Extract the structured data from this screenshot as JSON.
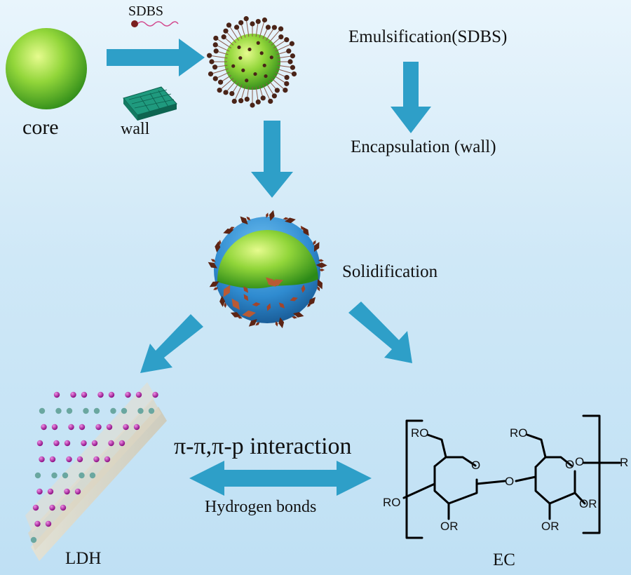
{
  "labels": {
    "sdbs": "SDBS",
    "core": "core",
    "wall": "wall",
    "emulsification": "Emulsification(SDBS)",
    "encapsulation": "Encapsulation (wall)",
    "solidification": "Solidification",
    "interaction": "π-π,π-p interaction",
    "hydrogen_bonds": "Hydrogen bonds",
    "ldh": "LDH",
    "ec": "EC"
  },
  "structure_labels": {
    "ro_top_left": "RO",
    "o_ring_left": "O",
    "o_bridge": "O",
    "ro_left": "RO",
    "or_left_bottom": "OR",
    "ro_top_right": "RO",
    "o_ring_right": "O",
    "o_end_right": "O",
    "r_end": "R",
    "or_right_mid": "OR",
    "or_right_bottom": "OR"
  },
  "colors": {
    "arrow": "#2e9fc8",
    "core_green": "#7ccd2c",
    "shell_blue": "#2e86c8",
    "ldh_atom": "#b01aa6",
    "background": "#d6ecf8"
  }
}
